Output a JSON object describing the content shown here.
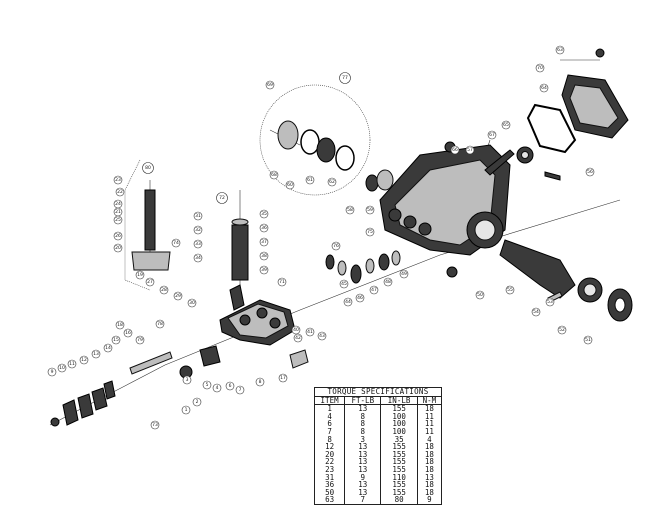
{
  "torque_table": {
    "title": "TORQUE SPECIFICATIONS",
    "headers": [
      "ITEM",
      "FT-LB",
      "IN-LB",
      "N-M"
    ],
    "rows": [
      [
        "1",
        "13",
        "155",
        "18"
      ],
      [
        "4",
        "8",
        "100",
        "11"
      ],
      [
        "6",
        "8",
        "100",
        "11"
      ],
      [
        "7",
        "8",
        "100",
        "11"
      ],
      [
        "8",
        "3",
        "35",
        "4"
      ],
      [
        "12",
        "13",
        "155",
        "18"
      ],
      [
        "20",
        "13",
        "155",
        "18"
      ],
      [
        "22",
        "13",
        "155",
        "18"
      ],
      [
        "23",
        "13",
        "155",
        "18"
      ],
      [
        "31",
        "9",
        "110",
        "13"
      ],
      [
        "36",
        "13",
        "155",
        "18"
      ],
      [
        "50",
        "13",
        "155",
        "18"
      ],
      [
        "63",
        "7",
        "80",
        "9"
      ]
    ]
  },
  "callouts": [
    "1",
    "2",
    "3",
    "4",
    "5",
    "6",
    "7",
    "8",
    "9",
    "10",
    "11",
    "12",
    "13",
    "14",
    "15",
    "16",
    "17",
    "18",
    "19",
    "20",
    "21",
    "22",
    "23",
    "24",
    "25",
    "26",
    "27",
    "28",
    "29",
    "30",
    "31",
    "32",
    "33",
    "34",
    "35",
    "36",
    "37",
    "38",
    "39",
    "40",
    "41",
    "42",
    "43",
    "44",
    "45",
    "46",
    "47",
    "48",
    "49",
    "50",
    "51",
    "52",
    "53",
    "54",
    "55",
    "56",
    "57",
    "58",
    "59",
    "60",
    "61",
    "62",
    "63",
    "64",
    "65",
    "66",
    "67",
    "68",
    "69",
    "70",
    "71",
    "72",
    "73",
    "74",
    "75",
    "76",
    "77",
    "78",
    "79",
    "80"
  ],
  "palette": {
    "line": "#333333",
    "metal": "#bdbdbd",
    "dark": "#3a3a3a",
    "background": "#ffffff"
  }
}
